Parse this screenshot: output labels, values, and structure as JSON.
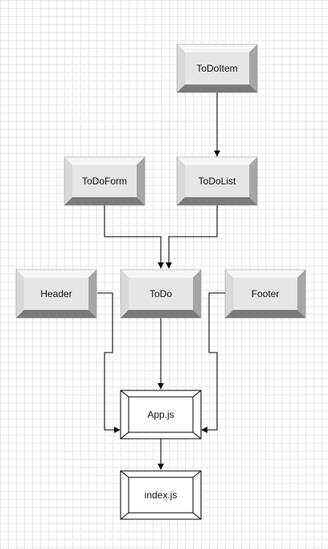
{
  "diagram": {
    "nodes": {
      "todoitem": "ToDoItem",
      "todoform": "ToDoForm",
      "todolist": "ToDoList",
      "header": "Header",
      "todo": "ToDo",
      "footer": "Footer",
      "appjs": "App.js",
      "indexjs": "index.js"
    },
    "edges": [
      {
        "from": "ToDoItem",
        "to": "ToDoList"
      },
      {
        "from": "ToDoForm",
        "to": "ToDo"
      },
      {
        "from": "ToDoList",
        "to": "ToDo"
      },
      {
        "from": "Header",
        "to": "App.js"
      },
      {
        "from": "ToDo",
        "to": "App.js"
      },
      {
        "from": "Footer",
        "to": "App.js"
      },
      {
        "from": "App.js",
        "to": "index.js"
      }
    ],
    "colors": {
      "bevel_face": "#e6e6e6",
      "bevel_highlight": "#f6f6f6",
      "bevel_shadow": "#7a7a7a",
      "bevel_side": "#b8b8b8",
      "edge": "#000000"
    }
  }
}
